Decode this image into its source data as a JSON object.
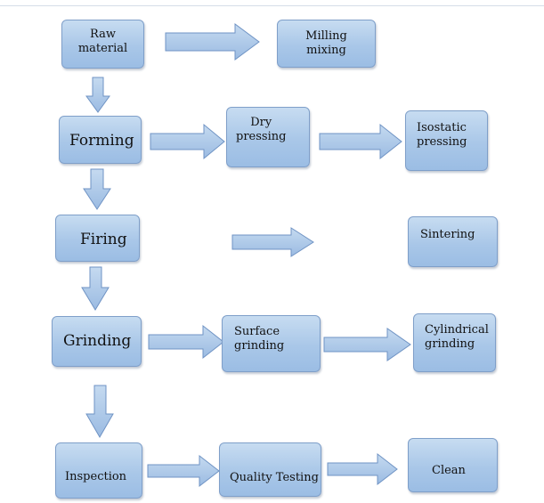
{
  "nodes": {
    "raw_material": "Raw\nmaterial",
    "milling_mixing": "Milling\nmixing",
    "forming": "Forming",
    "dry_pressing": "Dry\npressing",
    "isostatic_pressing": "Isostatic\npressing",
    "firing": "Firing",
    "sintering": "Sintering",
    "grinding": "Grinding",
    "surface_grinding": "Surface\ngrinding",
    "cylindrical_grinding": "Cylindrical\ngrinding",
    "inspection": "Inspection",
    "quality_testing": "Quality Testing",
    "clean": "Clean"
  },
  "colors": {
    "box_fill": "#a9c7e8",
    "box_border": "#7f9fc9",
    "arrow_fill": "#aac6e6",
    "arrow_border": "#6f93c4"
  }
}
